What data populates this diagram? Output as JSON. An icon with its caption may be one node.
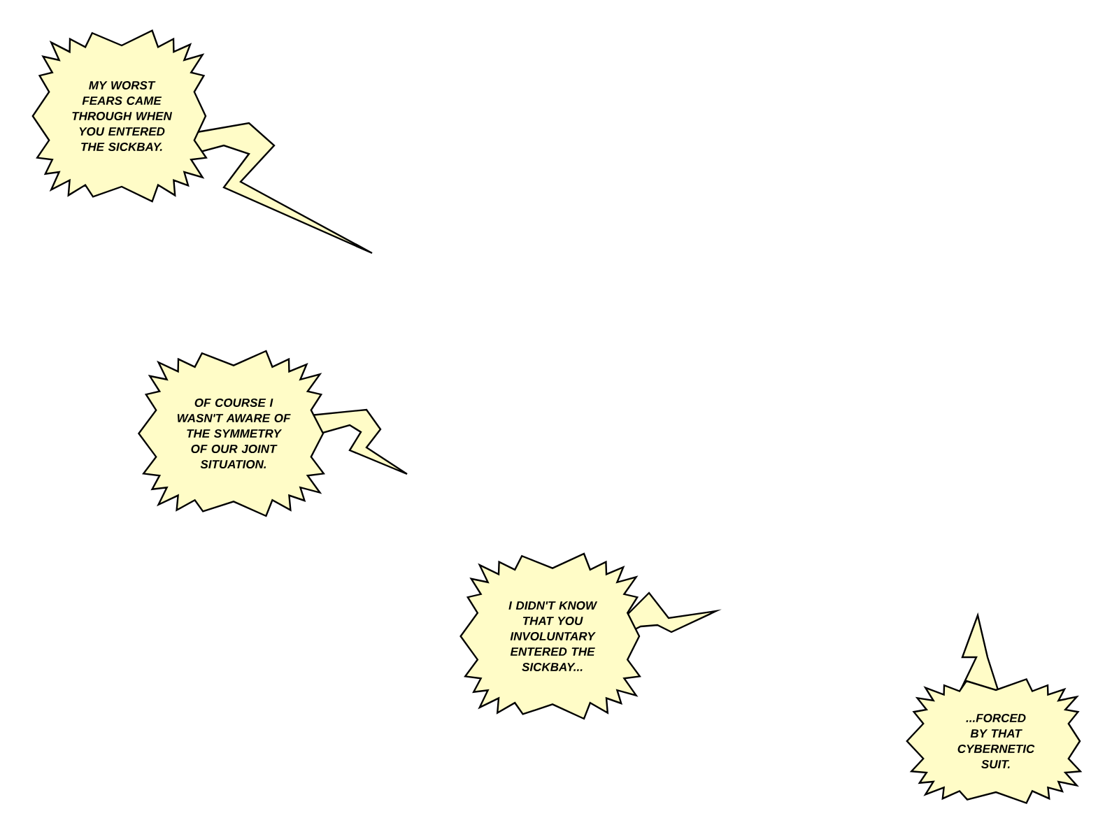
{
  "diagram": {
    "nodes": [
      {
        "text": [
          "MY WORST FEARS CAME THROUGH WHEN YOU ENTERED THE SICKBAY."
        ]
      },
      {
        "text": [
          "OF COURSE I WASN'T AWARE OF THE SYMMETRY OF OUR JOINT SITUATION."
        ]
      },
      {
        "text": [
          "I DIDN'T KNOW THAT YOU INVOLUNTARY ENTERED THE SICKBAY..."
        ]
      },
      {
        "text": [
          "...FORCED BY THAT CYBERNETIC SUIT."
        ]
      }
    ]
  }
}
